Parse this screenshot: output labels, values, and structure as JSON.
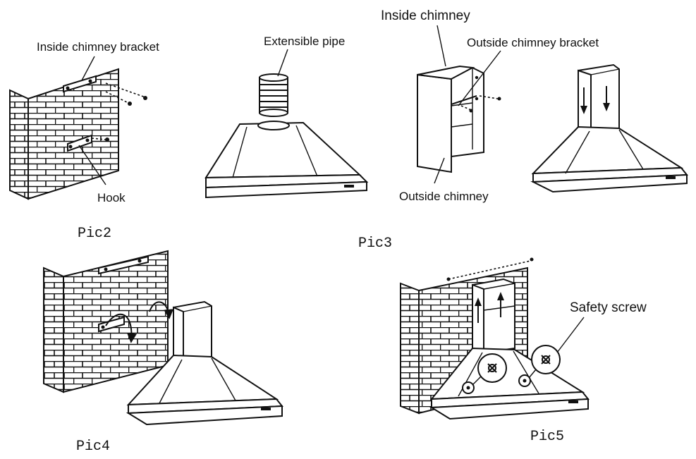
{
  "labels": {
    "inside_chimney_bracket": "Inside chimney bracket",
    "hook": "Hook",
    "extensible_pipe": "Extensible pipe",
    "inside_chimney": "Inside chimney",
    "outside_chimney_bracket": "Outside chimney bracket",
    "outside_chimney": "Outside chimney",
    "safety_screw": "Safety screw"
  },
  "captions": {
    "pic2": "Pic2",
    "pic3": "Pic3",
    "pic4": "Pic4",
    "pic5": "Pic5"
  }
}
